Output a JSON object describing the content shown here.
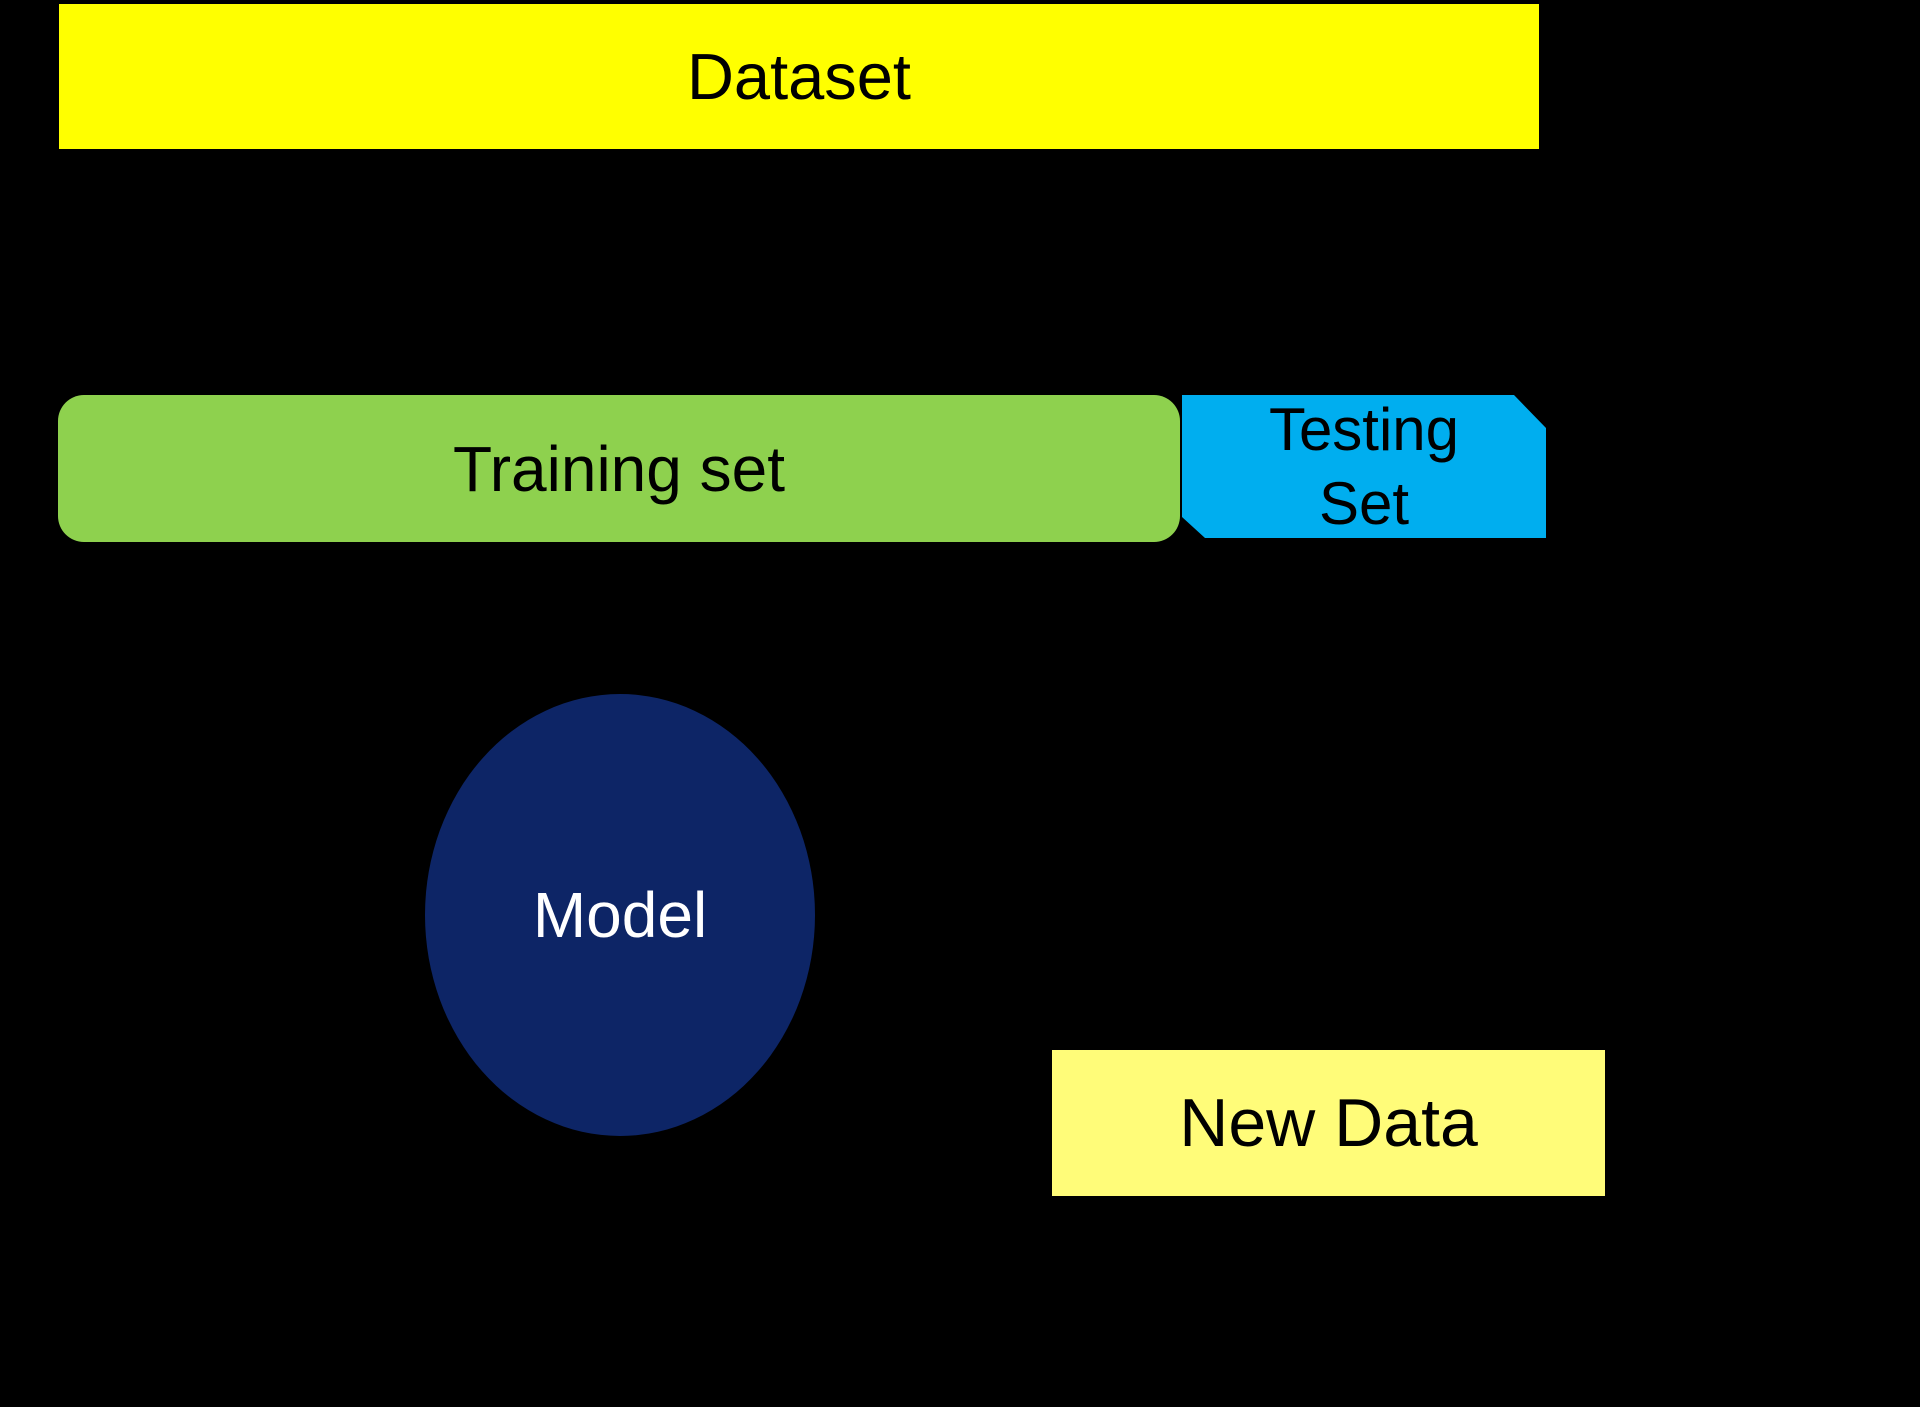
{
  "canvas": {
    "background": "#000000"
  },
  "diagram": {
    "dataset": {
      "label": "Dataset",
      "color": "#FFFF00",
      "text_color": "#000000"
    },
    "training_set": {
      "label": "Training set",
      "color": "#8ED14E",
      "text_color": "#000000"
    },
    "testing_set": {
      "label_line1": "Testing",
      "label_line2": "Set",
      "color": "#00AEEF",
      "text_color": "#000000"
    },
    "model": {
      "label": "Model",
      "color": "#0D2566",
      "text_color": "#FFFFFF"
    },
    "new_data": {
      "label": "New Data",
      "color": "#FFFC79",
      "text_color": "#000000"
    }
  }
}
